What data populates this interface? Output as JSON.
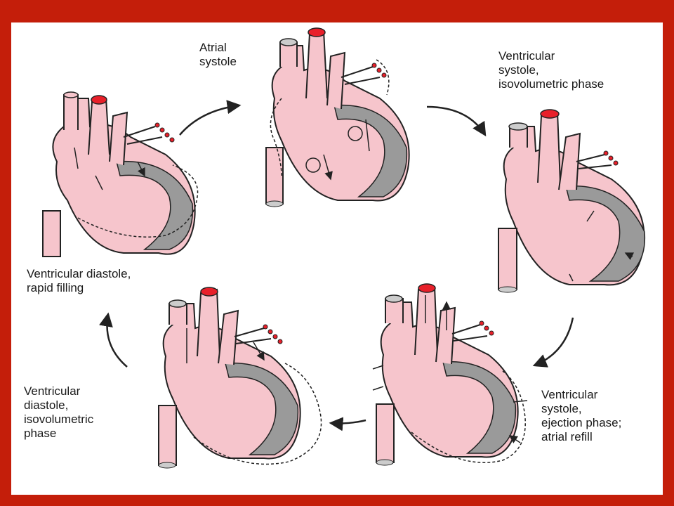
{
  "stages": {
    "atrial_systole": {
      "label": "Atrial\nsystole"
    },
    "ventricular_systole_isovolumetric": {
      "label": "Ventricular\nsystole,\nisovolumetric phase"
    },
    "ventricular_systole_ejection": {
      "label": "Ventricular\nsystole,\nejection phase;\natrial refill"
    },
    "ventricular_diastole_isovolumetric": {
      "label": "Ventricular\ndiastole,\nisovolumetric\nphase"
    },
    "ventricular_diastole_rapid_filling": {
      "label": "Ventricular diastole,\nrapid filling"
    }
  },
  "colors": {
    "border": "#c41e0a",
    "background": "#ffffff",
    "heart_fill": "#f6c5cc",
    "myocardium": "#9a9a9a",
    "aorta_top": "#e8202a",
    "outline": "#222222"
  }
}
